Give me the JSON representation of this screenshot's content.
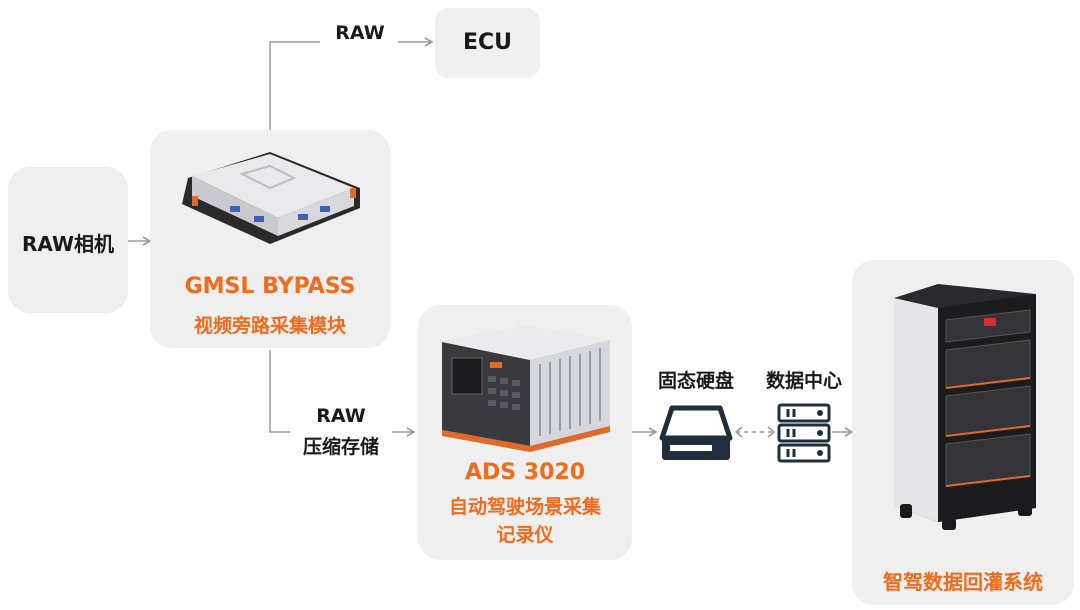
{
  "nodes": {
    "raw_camera": "RAW相机",
    "ecu": "ECU",
    "gmsl": {
      "title": "GMSL BYPASS",
      "subtitle": "视频旁路采集模块"
    },
    "ads": {
      "title": "ADS 3020",
      "subtitle_line1": "自动驾驶场景采集",
      "subtitle_line2": "记录仪"
    },
    "ssd": "固态硬盘",
    "datacenter": "数据中心",
    "replay": "智驾数据回灌系统"
  },
  "edges": {
    "raw_top": "RAW",
    "raw_compress_line1": "RAW",
    "raw_compress_line2": "压缩存储"
  },
  "colors": {
    "accent": "#f26a1b",
    "box_bg": "#efefef",
    "line": "#9a9a9a",
    "text": "#1a1a1a"
  },
  "icons": [
    "hard-drive-icon",
    "server-stack-icon"
  ]
}
